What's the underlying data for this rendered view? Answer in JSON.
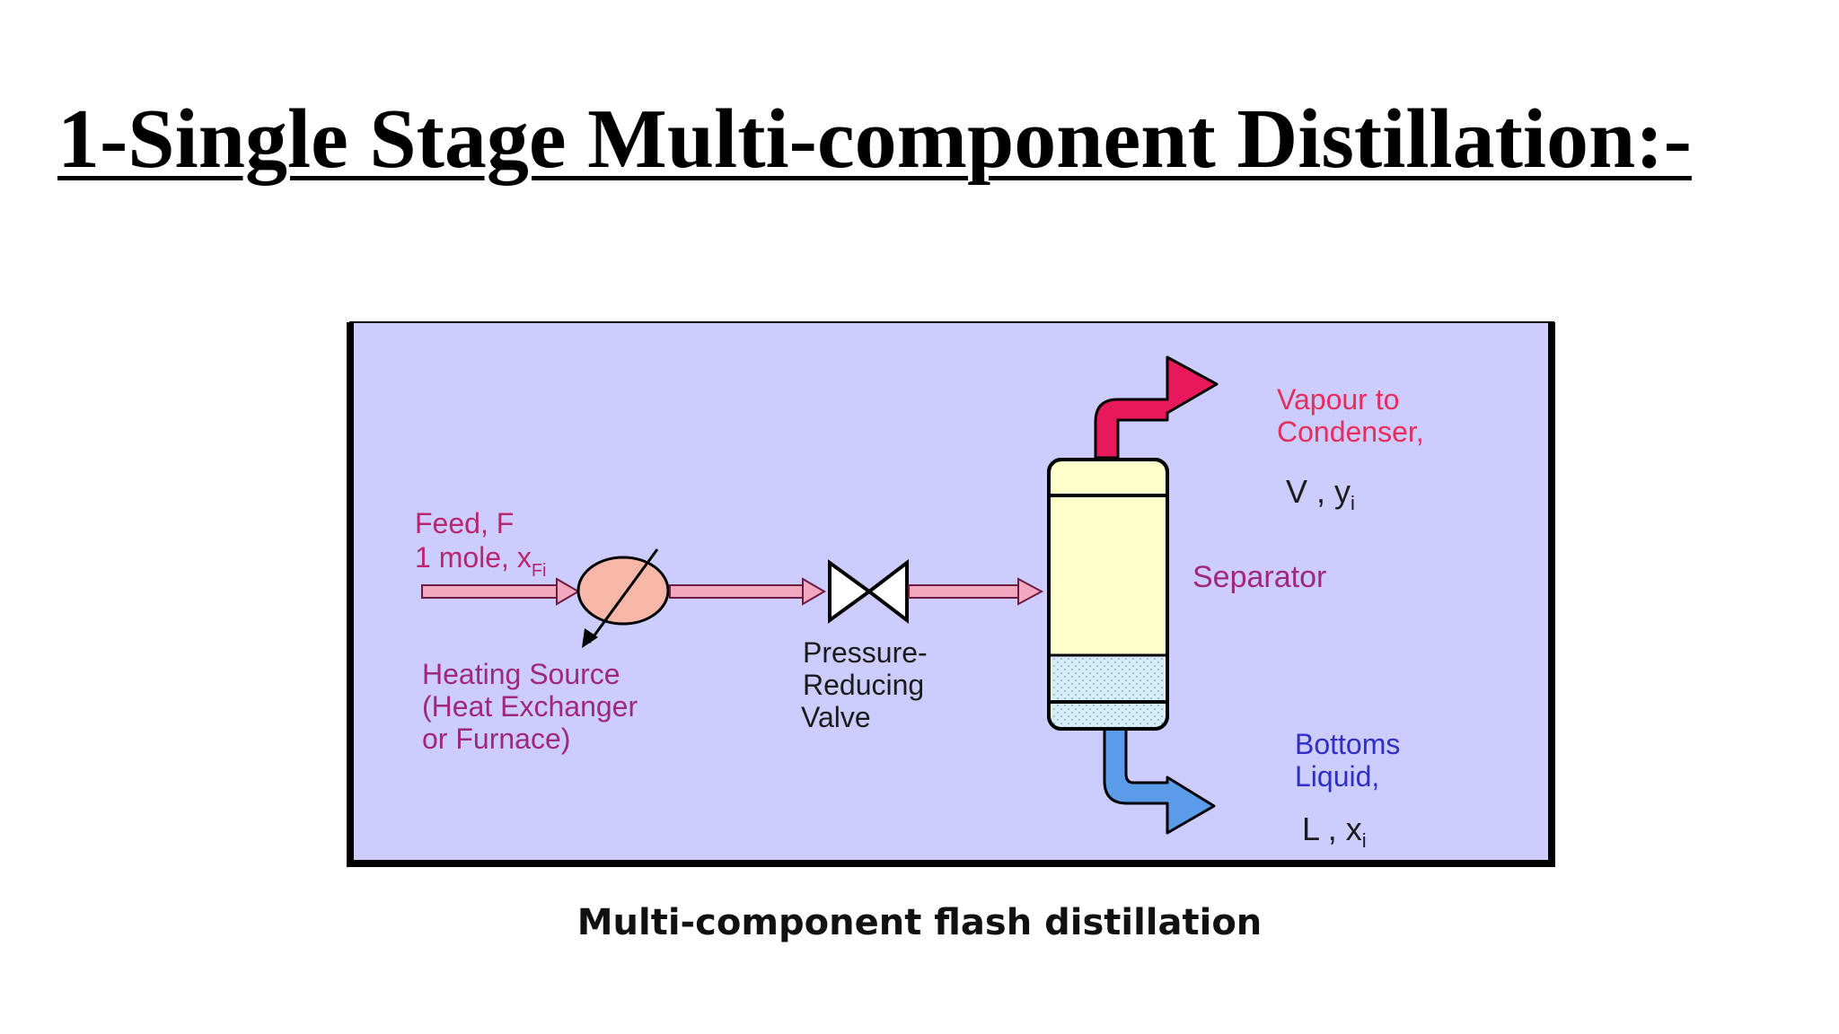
{
  "title": "1-Single Stage Multi-component Distillation:-",
  "caption": "Multi-component flash distillation",
  "diagram": {
    "feed": {
      "line1": "Feed, F",
      "line2": "1 mole, x",
      "subscript": "Fi"
    },
    "heater": {
      "line1": "Heating Source",
      "line2": "(Heat Exchanger",
      "line3": "or Furnace)"
    },
    "valve": {
      "line1": "Pressure-",
      "line2": "Reducing",
      "line3": "Valve"
    },
    "separator": {
      "label": "Separator"
    },
    "vapour": {
      "line1": "Vapour to",
      "line2": "Condenser,",
      "stream_a": "V , y",
      "stream_sub": "i"
    },
    "bottoms": {
      "line1": "Bottoms",
      "line2": "Liquid,",
      "stream_a": "L , x",
      "stream_sub": "i"
    },
    "colors": {
      "panel": "#ccccff",
      "feed_text": "#b8266e",
      "vapour_text": "#e62e5c",
      "bottoms_text": "#2f2fc8",
      "pipe": "#f4a8c0",
      "vapour_arrow": "#e8185a",
      "bottoms_arrow": "#5a9ce8",
      "vessel": "#ffffcc"
    }
  }
}
